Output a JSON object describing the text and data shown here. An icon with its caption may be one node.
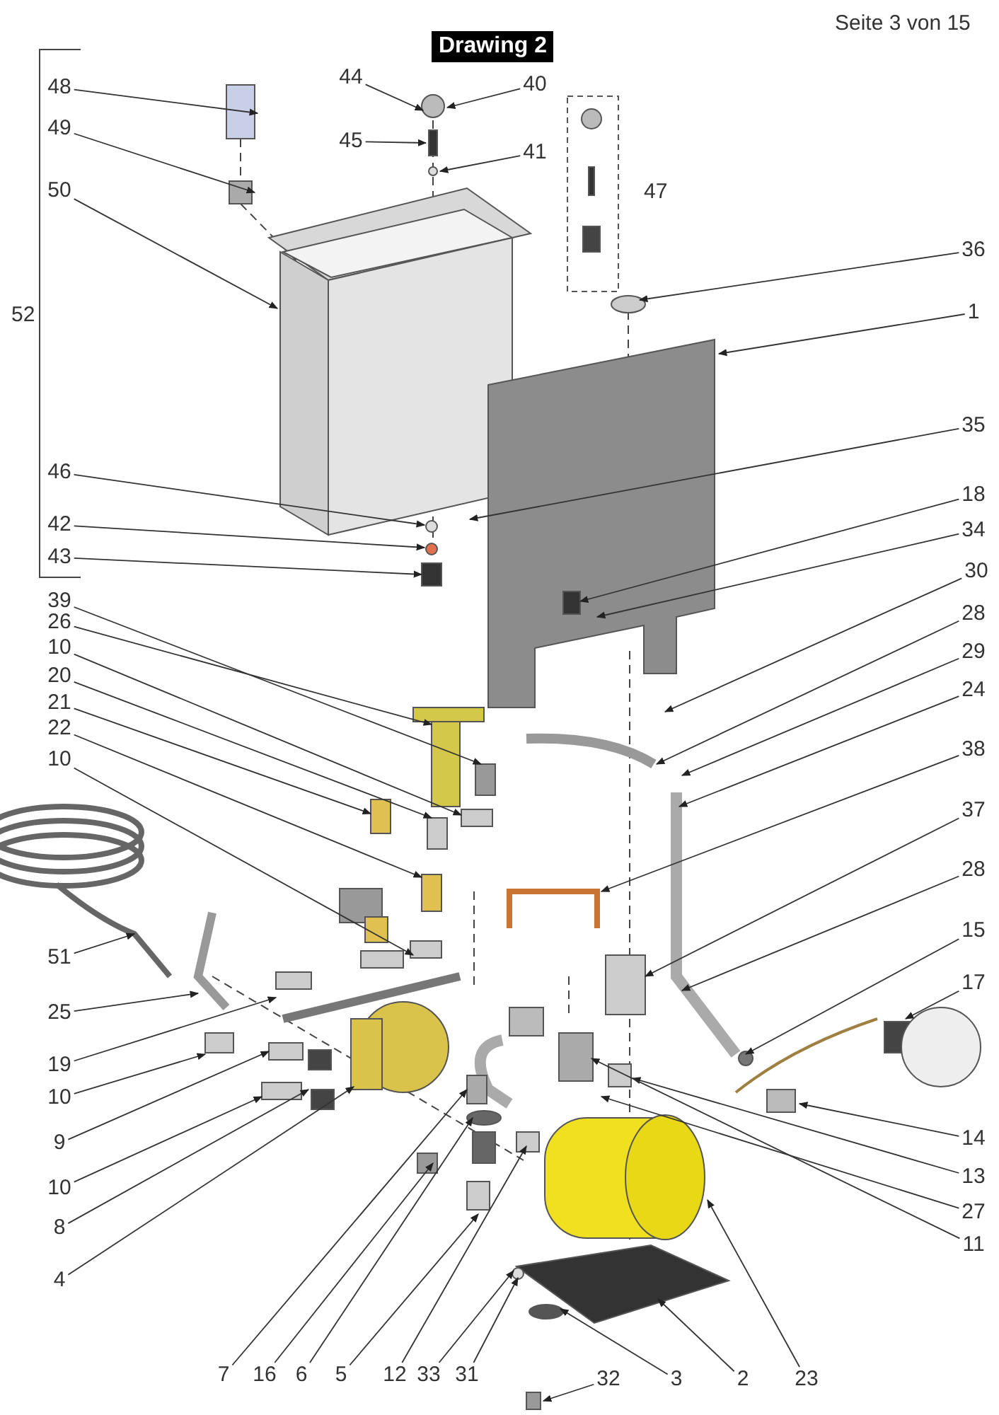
{
  "diagram": {
    "title": "Drawing 2",
    "nodes": [
      {
        "text": [
          "48"
        ]
      },
      {
        "text": [
          "49"
        ]
      },
      {
        "text": [
          "50"
        ]
      },
      {
        "text": [
          "46"
        ]
      },
      {
        "text": [
          "42"
        ]
      },
      {
        "text": [
          "43"
        ]
      },
      {
        "text": [
          "39"
        ]
      },
      {
        "text": [
          "26"
        ]
      },
      {
        "text": [
          "10"
        ]
      },
      {
        "text": [
          "20"
        ]
      },
      {
        "text": [
          "21"
        ]
      },
      {
        "text": [
          "22"
        ]
      },
      {
        "text": [
          "10"
        ]
      },
      {
        "text": [
          "51"
        ]
      },
      {
        "text": [
          "25"
        ]
      },
      {
        "text": [
          "19"
        ]
      },
      {
        "text": [
          "10"
        ]
      },
      {
        "text": [
          "9"
        ]
      },
      {
        "text": [
          "10"
        ]
      },
      {
        "text": [
          "8"
        ]
      },
      {
        "text": [
          "4"
        ]
      },
      {
        "text": [
          "44"
        ]
      },
      {
        "text": [
          "40"
        ]
      },
      {
        "text": [
          "45"
        ]
      },
      {
        "text": [
          "41"
        ]
      },
      {
        "text": [
          "36"
        ]
      },
      {
        "text": [
          "1"
        ]
      },
      {
        "text": [
          "35"
        ]
      },
      {
        "text": [
          "18"
        ]
      },
      {
        "text": [
          "34"
        ]
      },
      {
        "text": [
          "30"
        ]
      },
      {
        "text": [
          "28"
        ]
      },
      {
        "text": [
          "29"
        ]
      },
      {
        "text": [
          "24"
        ]
      },
      {
        "text": [
          "38"
        ]
      },
      {
        "text": [
          "37"
        ]
      },
      {
        "text": [
          "28"
        ]
      },
      {
        "text": [
          "15"
        ]
      },
      {
        "text": [
          "17"
        ]
      },
      {
        "text": [
          "14"
        ]
      },
      {
        "text": [
          "13"
        ]
      },
      {
        "text": [
          "27"
        ]
      },
      {
        "text": [
          "11"
        ]
      },
      {
        "text": [
          "7"
        ]
      },
      {
        "text": [
          "16"
        ]
      },
      {
        "text": [
          "6"
        ]
      },
      {
        "text": [
          "5"
        ]
      },
      {
        "text": [
          "12"
        ]
      },
      {
        "text": [
          "33"
        ]
      },
      {
        "text": [
          "31"
        ]
      },
      {
        "text": [
          "32"
        ]
      },
      {
        "text": [
          "3"
        ]
      },
      {
        "text": [
          "2"
        ]
      },
      {
        "text": [
          "23"
        ]
      }
    ],
    "edges": [
      {
        "from": 0,
        "to": null,
        "arrow": "to"
      },
      {
        "from": 1,
        "to": null,
        "arrow": "to"
      },
      {
        "from": 2,
        "to": null,
        "arrow": "to"
      },
      {
        "from": 3,
        "to": null,
        "arrow": "to"
      },
      {
        "from": 4,
        "to": null,
        "arrow": "to"
      },
      {
        "from": 5,
        "to": null,
        "arrow": "to"
      },
      {
        "from": 6,
        "to": null,
        "arrow": "to"
      },
      {
        "from": 7,
        "to": null,
        "arrow": "to"
      },
      {
        "from": 8,
        "to": null,
        "arrow": "to"
      },
      {
        "from": 9,
        "to": null,
        "arrow": "to"
      },
      {
        "from": 10,
        "to": null,
        "arrow": "to"
      },
      {
        "from": 11,
        "to": null,
        "arrow": "to"
      },
      {
        "from": 12,
        "to": null,
        "arrow": "to"
      },
      {
        "from": 13,
        "to": null,
        "arrow": "to"
      },
      {
        "from": 14,
        "to": null,
        "arrow": "to"
      },
      {
        "from": 15,
        "to": null,
        "arrow": "to"
      },
      {
        "from": 16,
        "to": null,
        "arrow": "to"
      },
      {
        "from": 17,
        "to": null,
        "arrow": "to"
      },
      {
        "from": 18,
        "to": null,
        "arrow": "to"
      },
      {
        "from": 19,
        "to": null,
        "arrow": "to"
      },
      {
        "from": 20,
        "to": null,
        "arrow": "to"
      },
      {
        "from": 21,
        "to": null,
        "arrow": "to"
      },
      {
        "from": 22,
        "to": null,
        "arrow": "to"
      },
      {
        "from": 23,
        "to": null,
        "arrow": "to"
      },
      {
        "from": 24,
        "to": null,
        "arrow": "to"
      },
      {
        "from": 25,
        "to": null,
        "arrow": "to"
      },
      {
        "from": 26,
        "to": null,
        "arrow": "to"
      },
      {
        "from": 27,
        "to": null,
        "arrow": "to"
      },
      {
        "from": 28,
        "to": null,
        "arrow": "to"
      },
      {
        "from": 29,
        "to": null,
        "arrow": "to"
      },
      {
        "from": 30,
        "to": null,
        "arrow": "to"
      },
      {
        "from": 31,
        "to": null,
        "arrow": "to"
      },
      {
        "from": 32,
        "to": null,
        "arrow": "to"
      },
      {
        "from": 33,
        "to": null,
        "arrow": "to"
      },
      {
        "from": 34,
        "to": null,
        "arrow": "to"
      },
      {
        "from": 35,
        "to": null,
        "arrow": "to"
      },
      {
        "from": 36,
        "to": null,
        "arrow": "to"
      },
      {
        "from": 37,
        "to": null,
        "arrow": "to"
      },
      {
        "from": 38,
        "to": null,
        "arrow": "to"
      },
      {
        "from": 39,
        "to": null,
        "arrow": "to"
      },
      {
        "from": 40,
        "to": null,
        "arrow": "to"
      },
      {
        "from": 41,
        "to": null,
        "arrow": "to"
      },
      {
        "from": 42,
        "to": null,
        "arrow": "to"
      },
      {
        "from": 43,
        "to": null,
        "arrow": "to"
      },
      {
        "from": 44,
        "to": null,
        "arrow": "to"
      },
      {
        "from": 45,
        "to": null,
        "arrow": "to"
      },
      {
        "from": 46,
        "to": null,
        "arrow": "to"
      },
      {
        "from": 47,
        "to": null,
        "arrow": "to"
      },
      {
        "from": 48,
        "to": null,
        "arrow": "to"
      },
      {
        "from": 49,
        "to": null,
        "arrow": "to"
      },
      {
        "from": 50,
        "to": null,
        "arrow": "to"
      },
      {
        "from": 51,
        "to": null,
        "arrow": "to"
      },
      {
        "from": 52,
        "to": null,
        "arrow": "to"
      },
      {
        "from": 53,
        "to": null,
        "arrow": "to"
      }
    ],
    "labels": [
      "Seite 3 von 15",
      "52",
      "47"
    ]
  }
}
